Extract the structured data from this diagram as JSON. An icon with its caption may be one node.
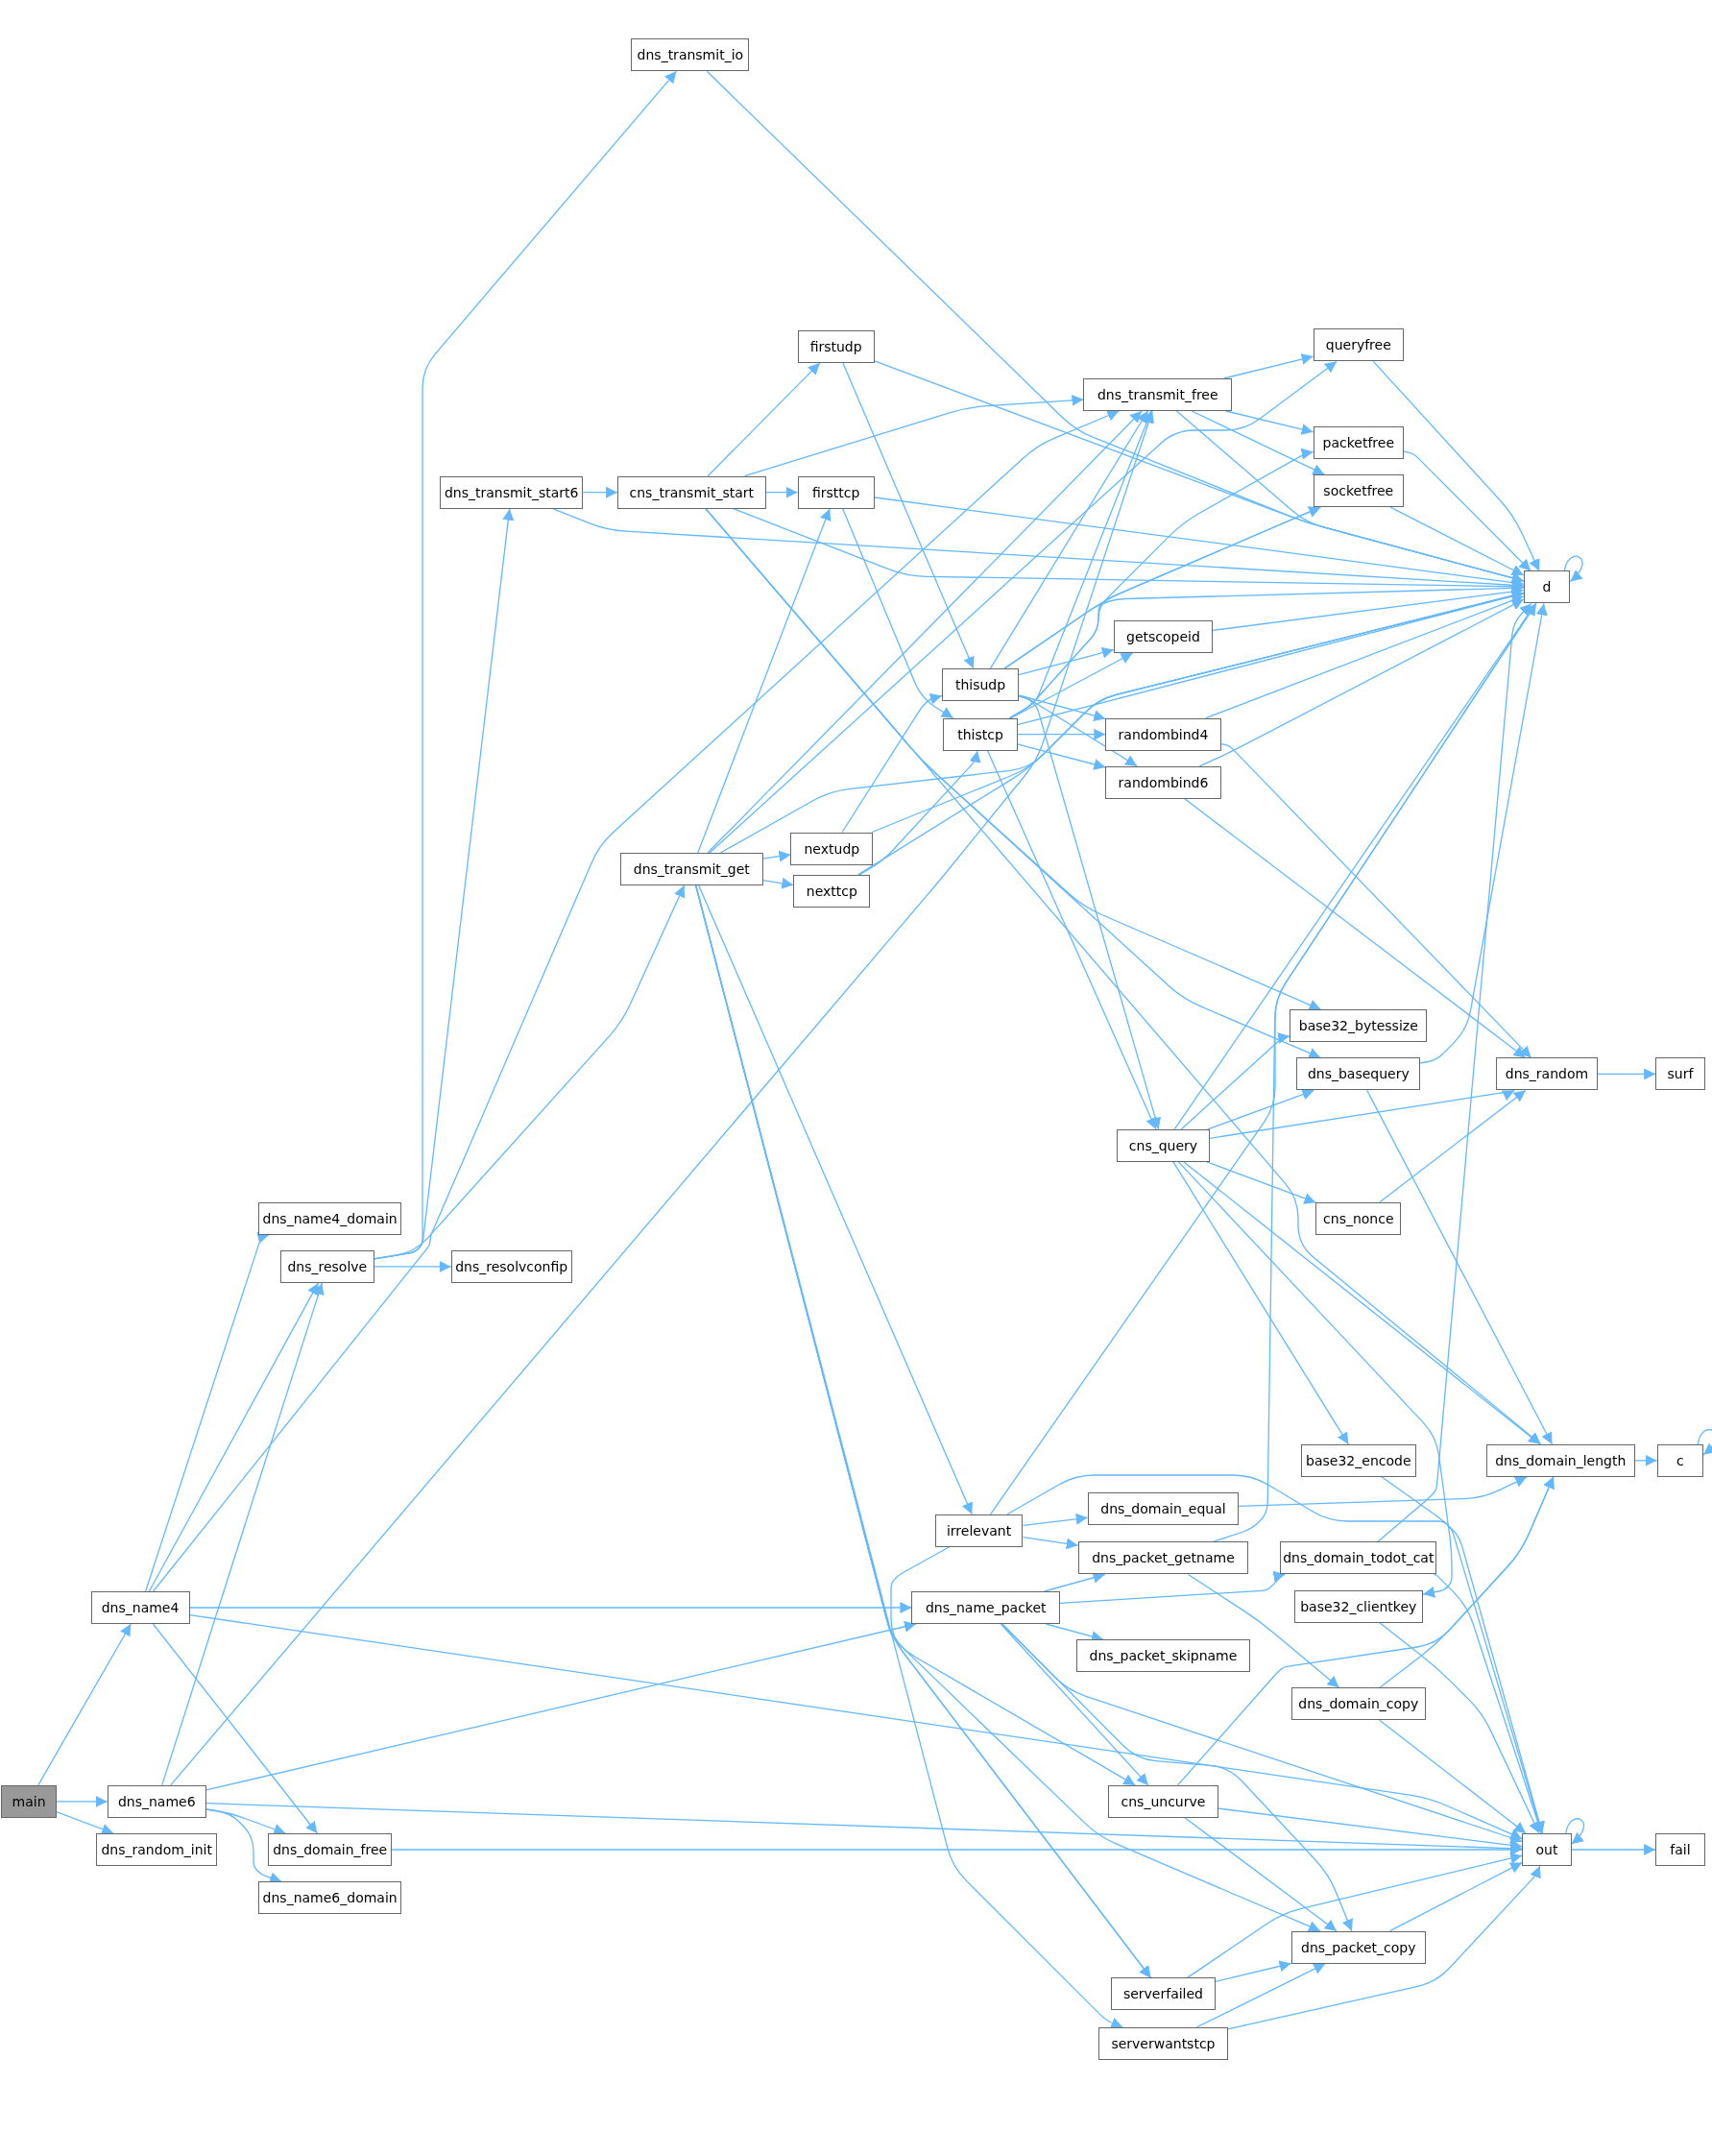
{
  "diagram": {
    "nodes": [
      {
        "text": [
          "main"
        ]
      },
      {
        "text": [
          "dns_name4"
        ]
      },
      {
        "text": [
          "dns_name6"
        ]
      },
      {
        "text": [
          "dns_random_init"
        ]
      },
      {
        "text": [
          "dns_name4_domain"
        ]
      },
      {
        "text": [
          "dns_resolve"
        ]
      },
      {
        "text": [
          "dns_domain_free"
        ]
      },
      {
        "text": [
          "dns_name6_domain"
        ]
      },
      {
        "text": [
          "dns_transmit_io"
        ]
      },
      {
        "text": [
          "dns_transmit_start6"
        ]
      },
      {
        "text": [
          "cns_transmit_start"
        ]
      },
      {
        "text": [
          "dns_transmit_get"
        ]
      },
      {
        "text": [
          "dns_resolvconfip"
        ]
      },
      {
        "text": [
          "firstudp"
        ]
      },
      {
        "text": [
          "firsttcp"
        ]
      },
      {
        "text": [
          "nextudp"
        ]
      },
      {
        "text": [
          "nexttcp"
        ]
      },
      {
        "text": [
          "irrelevant"
        ]
      },
      {
        "text": [
          "dns_name_packet"
        ]
      },
      {
        "text": [
          "dns_transmit_free"
        ]
      },
      {
        "text": [
          "queryfree"
        ]
      },
      {
        "text": [
          "packetfree"
        ]
      },
      {
        "text": [
          "socketfree"
        ]
      },
      {
        "text": [
          "thisudp"
        ]
      },
      {
        "text": [
          "thistcp"
        ]
      },
      {
        "text": [
          "getscopeid"
        ]
      },
      {
        "text": [
          "randombind4"
        ]
      },
      {
        "text": [
          "randombind6"
        ]
      },
      {
        "text": [
          "base32_bytessize"
        ]
      },
      {
        "text": [
          "dns_basequery"
        ]
      },
      {
        "text": [
          "cns_query"
        ]
      },
      {
        "text": [
          "cns_nonce"
        ]
      },
      {
        "text": [
          "dns_domain_equal"
        ]
      },
      {
        "text": [
          "dns_packet_getname"
        ]
      },
      {
        "text": [
          "dns_packet_skipname"
        ]
      },
      {
        "text": [
          "cns_uncurve"
        ]
      },
      {
        "text": [
          "serverfailed"
        ]
      },
      {
        "text": [
          "serverwantstcp"
        ]
      },
      {
        "text": [
          "base32_encode"
        ]
      },
      {
        "text": [
          "dns_domain_todot_cat"
        ]
      },
      {
        "text": [
          "base32_clientkey"
        ]
      },
      {
        "text": [
          "dns_domain_copy"
        ]
      },
      {
        "text": [
          "dns_packet_copy"
        ]
      },
      {
        "text": [
          "d"
        ]
      },
      {
        "text": [
          "dns_random"
        ]
      },
      {
        "text": [
          "surf"
        ]
      },
      {
        "text": [
          "dns_domain_length"
        ]
      },
      {
        "text": [
          "c"
        ]
      },
      {
        "text": [
          "out"
        ]
      },
      {
        "text": [
          "fail"
        ]
      }
    ],
    "edges": [
      {
        "from": 0,
        "to": 1,
        "arrow": "to"
      },
      {
        "from": 0,
        "to": 2,
        "arrow": "to"
      },
      {
        "from": 0,
        "to": 3,
        "arrow": "to"
      },
      {
        "from": 1,
        "to": 19,
        "arrow": "to"
      },
      {
        "from": 1,
        "to": 4,
        "arrow": "to"
      },
      {
        "from": 1,
        "to": 5,
        "arrow": "to"
      },
      {
        "from": 1,
        "to": 6,
        "arrow": "to"
      },
      {
        "from": 1,
        "to": 18,
        "arrow": "to"
      },
      {
        "from": 1,
        "to": 48,
        "arrow": "to"
      },
      {
        "from": 2,
        "to": 5,
        "arrow": "to"
      },
      {
        "from": 2,
        "to": 19,
        "arrow": "to"
      },
      {
        "from": 2,
        "to": 18,
        "arrow": "to"
      },
      {
        "from": 2,
        "to": 6,
        "arrow": "to"
      },
      {
        "from": 2,
        "to": 7,
        "arrow": "to"
      },
      {
        "from": 2,
        "to": 48,
        "arrow": "to"
      },
      {
        "from": 5,
        "to": 8,
        "arrow": "to"
      },
      {
        "from": 5,
        "to": 9,
        "arrow": "to"
      },
      {
        "from": 5,
        "to": 11,
        "arrow": "to"
      },
      {
        "from": 5,
        "to": 12,
        "arrow": "to"
      },
      {
        "from": 8,
        "to": 43,
        "arrow": "to"
      },
      {
        "from": 9,
        "to": 43,
        "arrow": "to"
      },
      {
        "from": 9,
        "to": 10,
        "arrow": "to"
      },
      {
        "from": 10,
        "to": 43,
        "arrow": "to"
      },
      {
        "from": 10,
        "to": 13,
        "arrow": "to"
      },
      {
        "from": 10,
        "to": 14,
        "arrow": "to"
      },
      {
        "from": 10,
        "to": 19,
        "arrow": "to"
      },
      {
        "from": 10,
        "to": 28,
        "arrow": "to"
      },
      {
        "from": 10,
        "to": 29,
        "arrow": "to"
      },
      {
        "from": 10,
        "to": 46,
        "arrow": "to"
      },
      {
        "from": 11,
        "to": 43,
        "arrow": "to"
      },
      {
        "from": 11,
        "to": 14,
        "arrow": "to"
      },
      {
        "from": 11,
        "to": 15,
        "arrow": "to"
      },
      {
        "from": 11,
        "to": 16,
        "arrow": "to"
      },
      {
        "from": 11,
        "to": 17,
        "arrow": "to"
      },
      {
        "from": 11,
        "to": 42,
        "arrow": "to"
      },
      {
        "from": 11,
        "to": 37,
        "arrow": "to"
      },
      {
        "from": 11,
        "to": 36,
        "arrow": "to"
      },
      {
        "from": 11,
        "to": 19,
        "arrow": "to"
      },
      {
        "from": 11,
        "to": 20,
        "arrow": "to"
      },
      {
        "from": 11,
        "to": 35,
        "arrow": "to"
      },
      {
        "from": 13,
        "to": 43,
        "arrow": "to"
      },
      {
        "from": 13,
        "to": 23,
        "arrow": "to"
      },
      {
        "from": 14,
        "to": 43,
        "arrow": "to"
      },
      {
        "from": 14,
        "to": 24,
        "arrow": "to"
      },
      {
        "from": 15,
        "to": 43,
        "arrow": "to"
      },
      {
        "from": 15,
        "to": 23,
        "arrow": "to"
      },
      {
        "from": 16,
        "to": 43,
        "arrow": "to"
      },
      {
        "from": 16,
        "to": 24,
        "arrow": "to"
      },
      {
        "from": 23,
        "to": 19,
        "arrow": "to"
      },
      {
        "from": 23,
        "to": 22,
        "arrow": "to"
      },
      {
        "from": 23,
        "to": 43,
        "arrow": "to"
      },
      {
        "from": 23,
        "to": 25,
        "arrow": "to"
      },
      {
        "from": 23,
        "to": 26,
        "arrow": "to"
      },
      {
        "from": 23,
        "to": 27,
        "arrow": "to"
      },
      {
        "from": 23,
        "to": 30,
        "arrow": "to"
      },
      {
        "from": 24,
        "to": 19,
        "arrow": "to"
      },
      {
        "from": 24,
        "to": 21,
        "arrow": "to"
      },
      {
        "from": 24,
        "to": 22,
        "arrow": "to"
      },
      {
        "from": 24,
        "to": 25,
        "arrow": "to"
      },
      {
        "from": 24,
        "to": 26,
        "arrow": "to"
      },
      {
        "from": 24,
        "to": 27,
        "arrow": "to"
      },
      {
        "from": 24,
        "to": 43,
        "arrow": "to"
      },
      {
        "from": 24,
        "to": 30,
        "arrow": "to"
      },
      {
        "from": 19,
        "to": 20,
        "arrow": "to"
      },
      {
        "from": 19,
        "to": 21,
        "arrow": "to"
      },
      {
        "from": 19,
        "to": 22,
        "arrow": "to"
      },
      {
        "from": 19,
        "to": 43,
        "arrow": "to"
      },
      {
        "from": 20,
        "to": 43,
        "arrow": "to"
      },
      {
        "from": 21,
        "to": 43,
        "arrow": "to"
      },
      {
        "from": 22,
        "to": 43,
        "arrow": "to"
      },
      {
        "from": 25,
        "to": 43,
        "arrow": "to"
      },
      {
        "from": 26,
        "to": 43,
        "arrow": "to"
      },
      {
        "from": 26,
        "to": 44,
        "arrow": "to"
      },
      {
        "from": 27,
        "to": 43,
        "arrow": "to"
      },
      {
        "from": 27,
        "to": 44,
        "arrow": "to"
      },
      {
        "from": 30,
        "to": 28,
        "arrow": "to"
      },
      {
        "from": 30,
        "to": 29,
        "arrow": "to"
      },
      {
        "from": 30,
        "to": 43,
        "arrow": "to"
      },
      {
        "from": 30,
        "to": 44,
        "arrow": "to"
      },
      {
        "from": 30,
        "to": 31,
        "arrow": "to"
      },
      {
        "from": 30,
        "to": 46,
        "arrow": "to"
      },
      {
        "from": 30,
        "to": 38,
        "arrow": "to"
      },
      {
        "from": 30,
        "to": 40,
        "arrow": "to"
      },
      {
        "from": 29,
        "to": 43,
        "arrow": "to"
      },
      {
        "from": 29,
        "to": 46,
        "arrow": "to"
      },
      {
        "from": 31,
        "to": 44,
        "arrow": "to"
      },
      {
        "from": 44,
        "to": 45,
        "arrow": "to"
      },
      {
        "from": 17,
        "to": 43,
        "arrow": "to"
      },
      {
        "from": 17,
        "to": 32,
        "arrow": "to"
      },
      {
        "from": 17,
        "to": 33,
        "arrow": "to"
      },
      {
        "from": 17,
        "to": 48,
        "arrow": "to"
      },
      {
        "from": 17,
        "to": 36,
        "arrow": "to"
      },
      {
        "from": 32,
        "to": 46,
        "arrow": "to"
      },
      {
        "from": 33,
        "to": 43,
        "arrow": "to"
      },
      {
        "from": 33,
        "to": 41,
        "arrow": "to"
      },
      {
        "from": 18,
        "to": 33,
        "arrow": "to"
      },
      {
        "from": 18,
        "to": 34,
        "arrow": "to"
      },
      {
        "from": 18,
        "to": 39,
        "arrow": "to"
      },
      {
        "from": 18,
        "to": 48,
        "arrow": "to"
      },
      {
        "from": 18,
        "to": 35,
        "arrow": "to"
      },
      {
        "from": 18,
        "to": 42,
        "arrow": "to"
      },
      {
        "from": 35,
        "to": 46,
        "arrow": "to"
      },
      {
        "from": 35,
        "to": 48,
        "arrow": "to"
      },
      {
        "from": 35,
        "to": 42,
        "arrow": "to"
      },
      {
        "from": 38,
        "to": 48,
        "arrow": "to"
      },
      {
        "from": 39,
        "to": 43,
        "arrow": "to"
      },
      {
        "from": 39,
        "to": 48,
        "arrow": "to"
      },
      {
        "from": 40,
        "to": 48,
        "arrow": "to"
      },
      {
        "from": 41,
        "to": 46,
        "arrow": "to"
      },
      {
        "from": 41,
        "to": 48,
        "arrow": "to"
      },
      {
        "from": 42,
        "to": 48,
        "arrow": "to"
      },
      {
        "from": 36,
        "to": 42,
        "arrow": "to"
      },
      {
        "from": 36,
        "to": 48,
        "arrow": "to"
      },
      {
        "from": 37,
        "to": 42,
        "arrow": "to"
      },
      {
        "from": 37,
        "to": 48,
        "arrow": "to"
      },
      {
        "from": 43,
        "to": 43,
        "arrow": "to"
      },
      {
        "from": 48,
        "to": 48,
        "arrow": "to"
      },
      {
        "from": 48,
        "to": 49,
        "arrow": "to"
      },
      {
        "from": 46,
        "to": 47,
        "arrow": "to"
      },
      {
        "from": 47,
        "to": 47,
        "arrow": "to"
      },
      {
        "from": 6,
        "to": 48,
        "arrow": "to"
      }
    ]
  }
}
